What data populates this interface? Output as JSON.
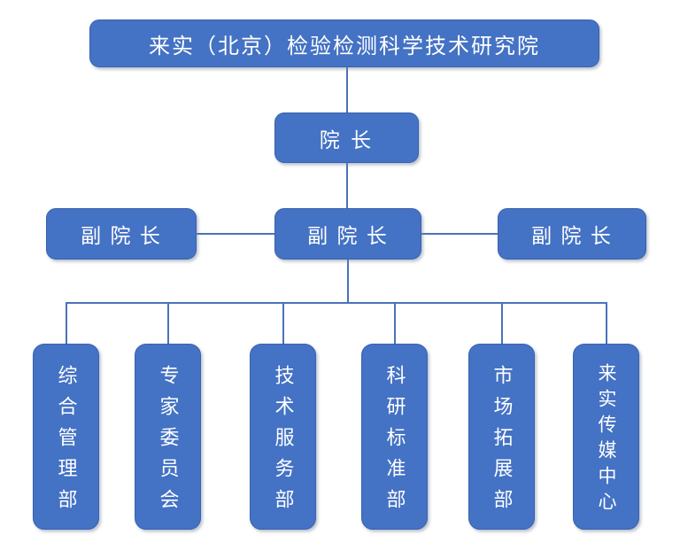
{
  "colors": {
    "box_fill": "#4472C4",
    "box_border": "#3A62AE",
    "connector": "#4A73B8",
    "text": "#FFFFFF",
    "background": "#FFFFFF"
  },
  "org": {
    "root": {
      "label": "来实（北京）检验检测科学技术研究院"
    },
    "director": {
      "label": "院 长"
    },
    "deputies": [
      {
        "label": "副 院 长"
      },
      {
        "label": "副 院 长"
      },
      {
        "label": "副 院 长"
      }
    ],
    "departments": [
      {
        "label": "综合管理部"
      },
      {
        "label": "专家委员会"
      },
      {
        "label": "技术服务部"
      },
      {
        "label": "科研标准部"
      },
      {
        "label": "市场拓展部"
      },
      {
        "label": "来实传媒中心"
      }
    ]
  }
}
